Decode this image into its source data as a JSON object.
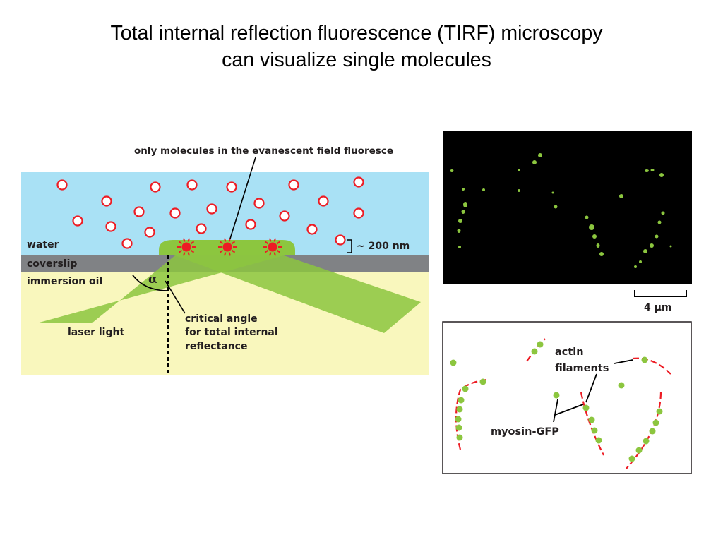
{
  "title": {
    "line1": "Total internal reflection fluorescence (TIRF) microscopy",
    "line2": "can visualize single molecules"
  },
  "left_diagram": {
    "callout_top": "only molecules in the evanescent field fluoresce",
    "layers": {
      "water": "water",
      "coverslip": "coverslip",
      "oil": "immersion oil"
    },
    "depth_label": "~ 200 nm",
    "angle_symbol": "α",
    "laser_label": "laser light",
    "critical_angle_label": [
      "critical angle",
      "for total internal",
      "reflectance"
    ],
    "colors": {
      "water": "#a9e1f5",
      "coverslip": "#808285",
      "oil": "#f9f7bd",
      "laser": "#8cc63f",
      "molecule": "#ed1c24"
    }
  },
  "micrograph": {
    "scale_bar_label": "4 μm",
    "colors": {
      "background": "#000000",
      "spots": "#8cc63f"
    }
  },
  "schematic": {
    "actin_label": [
      "actin",
      "filaments"
    ],
    "myosin_label": "myosin-GFP",
    "colors": {
      "filament": "#ed1c24",
      "myosin": "#8cc63f"
    }
  }
}
